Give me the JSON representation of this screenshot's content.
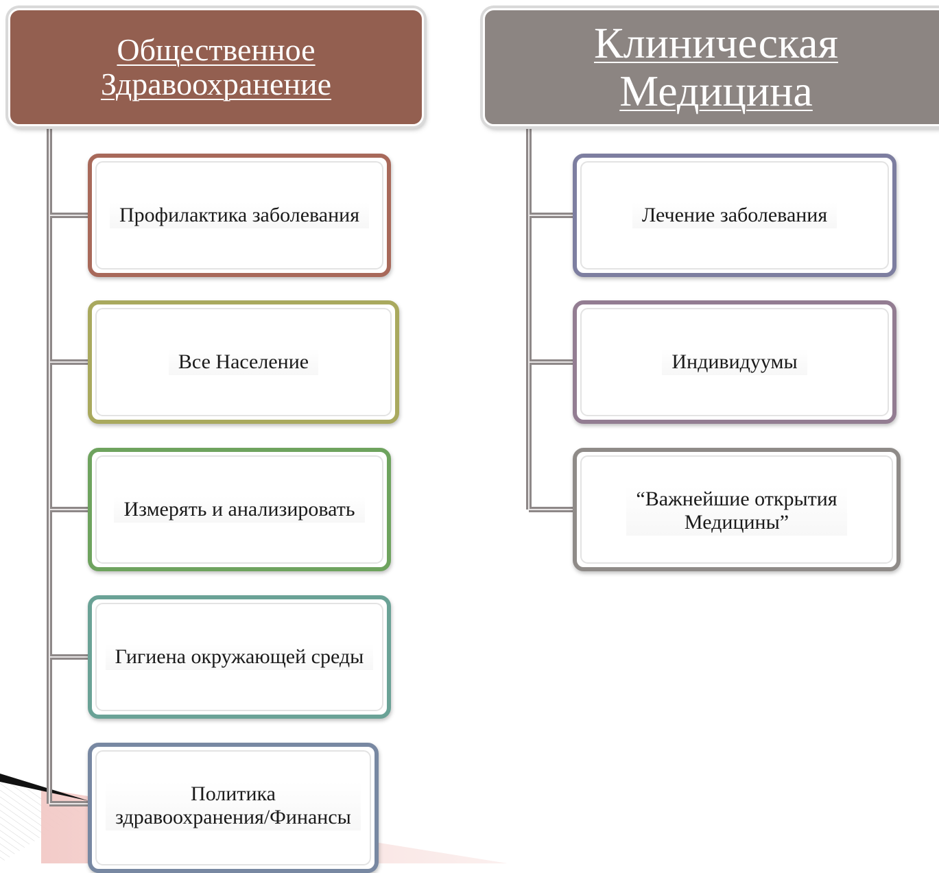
{
  "left_column": {
    "header": {
      "line1": "Общественное",
      "line2": "Здравоохранение",
      "color": "#935f50"
    },
    "items": [
      {
        "label": "Профилактика заболевания",
        "border_color": "#a8695a"
      },
      {
        "label": "Все Население",
        "border_color": "#a9a95e"
      },
      {
        "label": "Измерять и анализировать",
        "border_color": "#6ea35e"
      },
      {
        "label": "Гигиена окружающей среды",
        "border_color": "#6aa296"
      },
      {
        "label_line1": "Политика",
        "label_line2": "здравоохранения/Финансы",
        "border_color": "#7888a2"
      }
    ]
  },
  "right_column": {
    "header": {
      "line1": "Клиническая",
      "line2": "Медицина",
      "color": "#8c8582"
    },
    "items": [
      {
        "label": "Лечение заболевания",
        "border_color": "#7d7ea0"
      },
      {
        "label": "Индивидуумы",
        "border_color": "#937d92"
      },
      {
        "label_line1": "“Важнейшие открытия",
        "label_line2": "Медицины”",
        "border_color": "#8f8b88"
      }
    ]
  },
  "connector_color": "#8e8888"
}
